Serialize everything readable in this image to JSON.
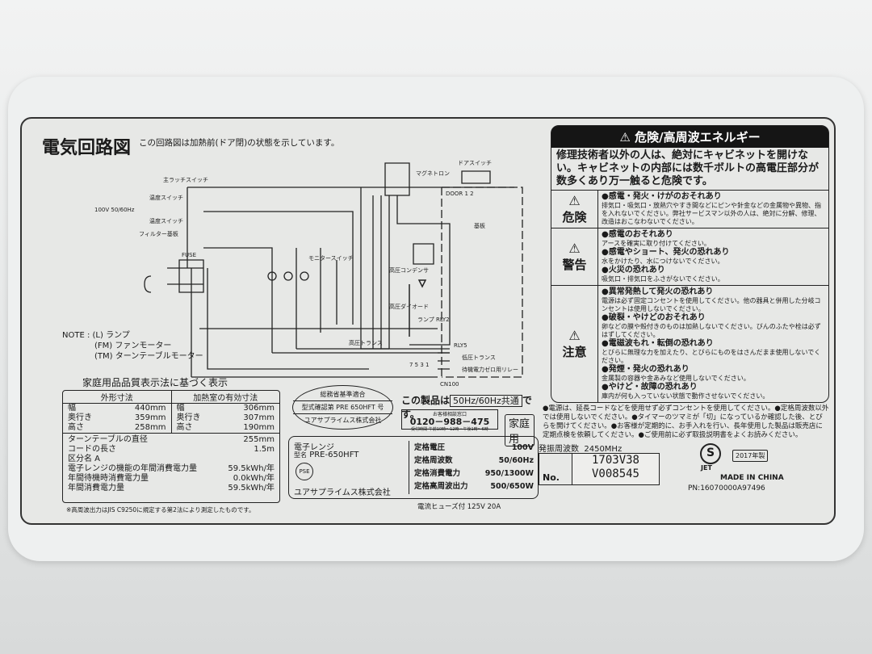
{
  "circuit": {
    "title": "電気回路図",
    "subtitle": "この回路図は加熱前(ドア閉)の状態を示しています。",
    "labels": {
      "main_latch": "主ラッチスイッチ",
      "thermo1": "温度スイッチ",
      "thermo2": "温度スイッチ",
      "power": "100V 50/60Hz",
      "filter": "フィルター基板",
      "fuse": "FUSE",
      "magnetron": "マグネトロン",
      "door_switch": "ドアスイッチ",
      "door": "DOOR 1 2",
      "board": "基板",
      "hv_capacitor": "高圧コンデンサ",
      "hv_diode": "高圧ダイオード",
      "hv_transformer": "高圧トランス",
      "monitor_switch": "モニタースイッチ",
      "lamp_relay": "ランプ RLY2",
      "rly5": "RLY5",
      "lv_transformer": "低圧トランス",
      "standby_relay": "待機電力ゼロ用リレー",
      "connector": "CN100",
      "pins": "7 5 3 1"
    },
    "note": {
      "prefix": "NOTE :",
      "items": [
        {
          "symbol": "L",
          "label": "ランプ"
        },
        {
          "symbol": "FM",
          "label": "ファンモーター"
        },
        {
          "symbol": "TM",
          "label": "ターンテーブルモーター"
        }
      ]
    }
  },
  "quality": {
    "title": "家庭用品品質表示法に基づく表示",
    "outer": {
      "header": "外形寸法",
      "rows": [
        [
          "幅",
          "440mm"
        ],
        [
          "奥行き",
          "359mm"
        ],
        [
          "高さ",
          "258mm"
        ]
      ]
    },
    "cavity": {
      "header": "加熱室の有効寸法",
      "rows": [
        [
          "幅",
          "306mm"
        ],
        [
          "奥行き",
          "307mm"
        ],
        [
          "高さ",
          "190mm"
        ]
      ]
    },
    "rows": [
      [
        "ターンテーブルの直径",
        "255mm"
      ],
      [
        "コードの長さ",
        "1.5m"
      ],
      [
        "区分名 A",
        ""
      ],
      [
        "電子レンジの機能の年間消費電力量",
        "59.5kWh/年"
      ],
      [
        "年間待機時消費電力量",
        "0.0kWh/年"
      ],
      [
        "年間消費電力量",
        "59.5kWh/年"
      ]
    ],
    "footnote": "※高周波出力はJIS C9250に規定する第2法により測定したものです。"
  },
  "certification": {
    "line1": "総務省基準適合",
    "line2": "型式確認第 PRE 650HFT 号",
    "line3": "ユアサプライムス株式会社"
  },
  "frequency_notice": {
    "prefix": "この製品は",
    "value": "50Hz/60Hz共通",
    "suffix": "です。"
  },
  "support": {
    "title": "お客様相談窓口",
    "phone": "0120－988－475",
    "hours": "受付時間 午前10時～12時・午後1時～6時",
    "badge": "家庭用"
  },
  "product": {
    "name": "電子レンジ",
    "model_label": "型名",
    "model": "PRE-650HFT",
    "pse": "PSE",
    "maker": "ユアサプライムス株式会社",
    "specs": [
      [
        "定格電圧",
        "100V"
      ],
      [
        "定格周波数",
        "50/60Hz"
      ],
      [
        "定格消費電力",
        "950/1300W"
      ],
      [
        "定格高周波出力",
        "500/650W"
      ]
    ],
    "fuse": "電流ヒューズ付 125V 20A"
  },
  "warning": {
    "header": "⚠ 危険/高周波エネルギー",
    "main": "修理技術者以外の人は、絶対にキャビネットを開けない。キャビネットの内部には数千ボルトの高電圧部分が数多くあり万一触ると危険です。",
    "sections": [
      {
        "level": "危険",
        "items": [
          {
            "title": "●感電・発火・けがのおそれあり",
            "text": "排気口・吸気口・放熱穴やすき間などにピンや針金などの金属物や異物、指を入れないでください。弊社サービスマン以外の人は、絶対に分解、修理、改造はおこなわないでください。"
          }
        ]
      },
      {
        "level": "警告",
        "items": [
          {
            "title": "●感電のおそれあり",
            "text": "アースを確実に取り付けてください。"
          },
          {
            "title": "●感電やショート、発火の恐れあり",
            "text": "水をかけたり、水につけないでください。"
          },
          {
            "title": "●火災の恐れあり",
            "text": "吸気口・排気口をふさがないでください。"
          }
        ]
      },
      {
        "level": "注意",
        "items": [
          {
            "title": "●異常発熱して発火の恐れあり",
            "text": "電源は必ず固定コンセントを使用してください。他の器具と併用した分岐コンセントは使用しないでください。"
          },
          {
            "title": "●破裂・やけどのおそれあり",
            "text": "卵などの膜や殻付きのものは加熱しないでください。びんのふたや栓は必ずはずしてください。"
          },
          {
            "title": "●電磁波もれ・転倒の恐れあり",
            "text": "とびらに無理な力を加えたり、とびらにものをはさんだまま使用しないでください。"
          },
          {
            "title": "●発煙・発火の恐れあり",
            "text": "金属製の容器や金あみなど使用しないでください。"
          },
          {
            "title": "●やけど・故障の恐れあり",
            "text": "庫内が何も入っていない状態で動作させないでください。"
          }
        ]
      }
    ],
    "notes": "●電源は、延長コードなどを使用せず必ずコンセントを使用してください。●定格周波数以外では使用しないでください。●タイマーのツマミが「切」になっているか確認した後、とびらを開けてください。●お客様が定期的に、お手入れを行い、長年使用した製品は販売店に定期点検を依頼してください。●ご使用前に必ず取扱説明書をよくお読みください。"
  },
  "oscillation": {
    "label": "発振周波数",
    "value": "2450MHz"
  },
  "serial": {
    "label": "No.",
    "line1": "1703V38",
    "line2": "V008545"
  },
  "jet": "JET",
  "year": "2017年製",
  "origin": "MADE IN CHINA",
  "pn": "PN:16070000A97496",
  "colors": {
    "label_bg": "#e7e8e6",
    "ink": "#1a1a1a",
    "header_bg": "#151515"
  }
}
